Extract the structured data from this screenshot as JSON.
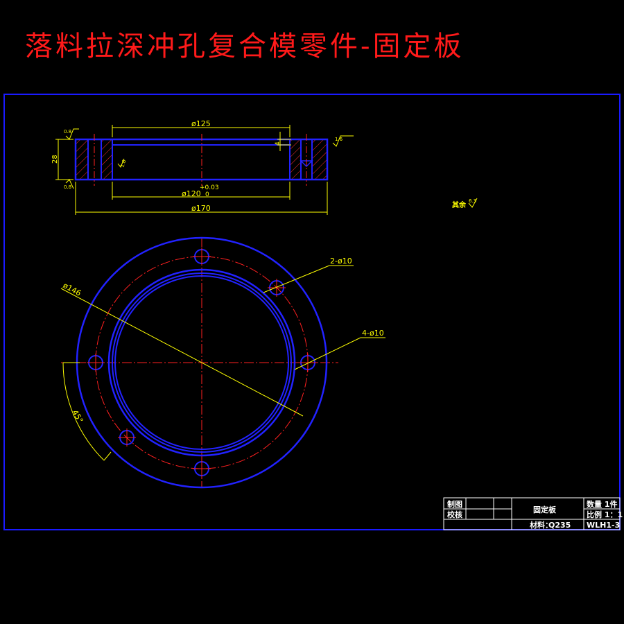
{
  "title": "落料拉深冲孔复合模零件-固定板",
  "section_view": {
    "dim_outer_diameter": "ø170",
    "dim_top_diameter": "ø125",
    "dim_bore_diameter": "ø120",
    "dim_bore_tol_upper": "+0.03",
    "dim_bore_tol_lower": "0",
    "dim_height": "28",
    "dim_step": "4",
    "rough_1": "0.8",
    "rough_2": "0.8",
    "rough_3": "1.6",
    "rough_4": "1.6"
  },
  "general_roughness": {
    "label": "其余",
    "value": "6.3"
  },
  "plan_view": {
    "label_hole_group_a": "2-ø10",
    "label_hole_group_b": "4-ø10",
    "label_bolt_circle": "ø146",
    "label_angle": "45°"
  },
  "title_block": {
    "drawn_label": "制图",
    "checked_label": "校核",
    "part_name": "固定板",
    "quantity": "数量 1件",
    "scale": "比例 1：1",
    "material_label": "材料：",
    "material_value": "Q235",
    "drawing_number": "WLH1-3"
  },
  "colors": {
    "background": "#000000",
    "frame": "#1a1aff",
    "outline": "#2222ff",
    "dimension": "#ffff00",
    "center_line": "#ff2020",
    "hatch": "#ff3030",
    "title": "#ff1a1a",
    "title_block_text": "#ffffff"
  }
}
